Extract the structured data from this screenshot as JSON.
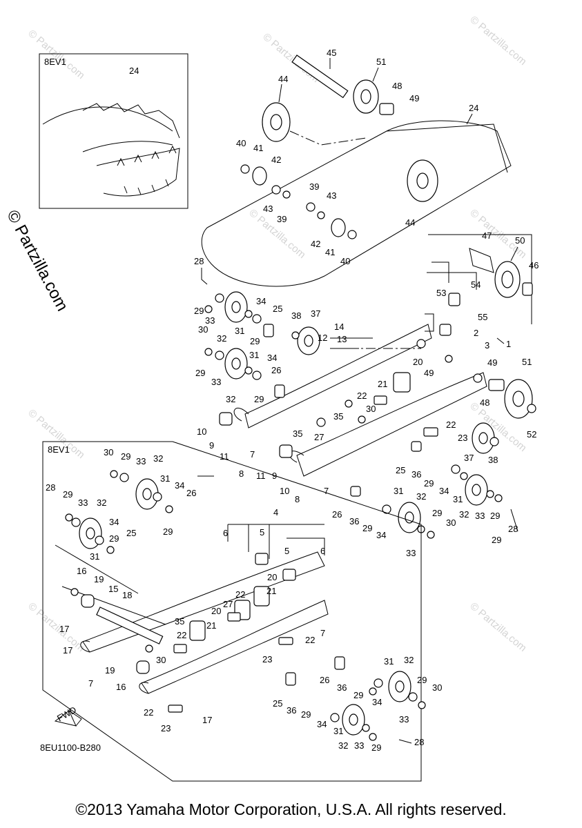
{
  "copyright": "©2013 Yamaha Motor Corporation, U.S.A. All rights reserved.",
  "side_watermark": "© Partzilla.com",
  "faint_watermark": "© Partzilla.com",
  "diagram_code": "8EU1100-B280",
  "inset_top_label": "8EV1",
  "inset_bottom_label": "8EV1",
  "fwd_label": "FWD",
  "callouts": [
    "1",
    "2",
    "3",
    "4",
    "5",
    "6",
    "7",
    "8",
    "9",
    "10",
    "11",
    "12",
    "13",
    "14",
    "15",
    "16",
    "17",
    "18",
    "19",
    "20",
    "21",
    "22",
    "23",
    "24",
    "25",
    "26",
    "27",
    "28",
    "29",
    "30",
    "31",
    "32",
    "33",
    "34",
    "35",
    "36",
    "37",
    "38",
    "39",
    "40",
    "41",
    "42",
    "43",
    "44",
    "45",
    "46",
    "47",
    "48",
    "49",
    "50",
    "51",
    "52",
    "53",
    "54",
    "55"
  ]
}
